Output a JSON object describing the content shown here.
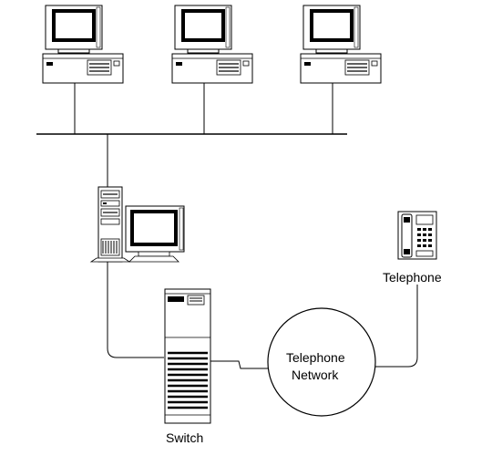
{
  "diagram": {
    "labels": {
      "switch": "Switch",
      "telephone": "Telephone",
      "network_line1": "Telephone",
      "network_line2": "Network"
    },
    "nodes": [
      {
        "id": "workstation-1",
        "type": "desktop-computer",
        "icon": "desktop-computer-icon"
      },
      {
        "id": "workstation-2",
        "type": "desktop-computer",
        "icon": "desktop-computer-icon"
      },
      {
        "id": "workstation-3",
        "type": "desktop-computer",
        "icon": "desktop-computer-icon"
      },
      {
        "id": "server",
        "type": "tower-server-with-monitor",
        "icon": "server-icon"
      },
      {
        "id": "switch",
        "type": "switch-cabinet",
        "icon": "switch-icon"
      },
      {
        "id": "telephone-network",
        "type": "cloud-circle",
        "icon": "network-circle-icon"
      },
      {
        "id": "telephone",
        "type": "telephone",
        "icon": "telephone-icon"
      }
    ],
    "edges": [
      {
        "from": "workstation-1",
        "to": "lan-bus"
      },
      {
        "from": "workstation-2",
        "to": "lan-bus"
      },
      {
        "from": "workstation-3",
        "to": "lan-bus"
      },
      {
        "from": "lan-bus",
        "to": "server"
      },
      {
        "from": "server",
        "to": "switch"
      },
      {
        "from": "switch",
        "to": "telephone-network"
      },
      {
        "from": "telephone-network",
        "to": "telephone"
      }
    ],
    "colors": {
      "stroke": "#000000",
      "fill": "#ffffff"
    }
  }
}
